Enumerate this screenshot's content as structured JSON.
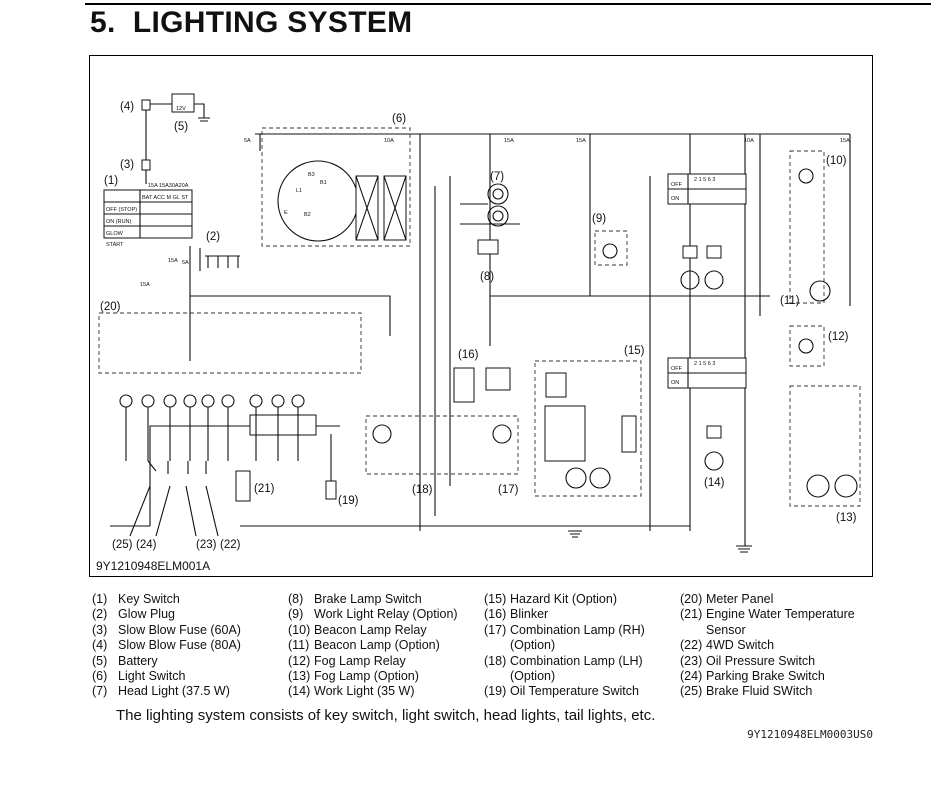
{
  "section": {
    "number": "5.",
    "title": "LIGHTING SYSTEM"
  },
  "diagram": {
    "code": "9Y1210948ELM001A",
    "callouts": {
      "c1": "(1)",
      "c2": "(2)",
      "c3": "(3)",
      "c4": "(4)",
      "c5": "(5)",
      "c6": "(6)",
      "c7": "(7)",
      "c8": "(8)",
      "c9": "(9)",
      "c10": "(10)",
      "c11": "(11)",
      "c12": "(12)",
      "c13": "(13)",
      "c14": "(14)",
      "c15": "(15)",
      "c16": "(16)",
      "c17": "(17)",
      "c18": "(18)",
      "c19": "(19)",
      "c20": "(20)",
      "c21": "(21)",
      "c22": "(22)",
      "c23": "(23)",
      "c24": "(24)",
      "c25": "(25)"
    },
    "fuse_labels": {
      "f5a": "5A",
      "f15a": "15A",
      "f10a": "10A",
      "f15a_a": "15A",
      "f15a_b": "15A",
      "f15a_c": "15A",
      "f15a_d": "15A",
      "f5a_b": "5A"
    },
    "battery_label": "12V",
    "key_switch_table": {
      "header": "15A 15A30A20A",
      "cols": "BAT ACC M GL ST",
      "rows": [
        "OFF (STOP)",
        "ON (RUN)",
        "GLOW",
        "START"
      ]
    },
    "light_switch_terms": {
      "b3": "B3",
      "b1": "B1",
      "l1": "L1",
      "b2": "B2",
      "e": "E"
    },
    "relay_table": {
      "off": "OFF",
      "on": "ON",
      "cols": "2 1 5 6 3"
    }
  },
  "legend": {
    "col1": [
      {
        "n": "(1)",
        "t": "Key Switch"
      },
      {
        "n": "(2)",
        "t": "Glow Plug"
      },
      {
        "n": "(3)",
        "t": "Slow Blow Fuse (60A)"
      },
      {
        "n": "(4)",
        "t": "Slow Blow Fuse (80A)"
      },
      {
        "n": "(5)",
        "t": "Battery"
      },
      {
        "n": "(6)",
        "t": "Light Switch"
      },
      {
        "n": "(7)",
        "t": "Head Light (37.5 W)"
      }
    ],
    "col2": [
      {
        "n": "(8)",
        "t": "Brake Lamp Switch"
      },
      {
        "n": "(9)",
        "t": "Work Light Relay (Option)"
      },
      {
        "n": "(10)",
        "t": "Beacon Lamp Relay"
      },
      {
        "n": "(11)",
        "t": "Beacon Lamp (Option)"
      },
      {
        "n": "(12)",
        "t": "Fog Lamp Relay"
      },
      {
        "n": "(13)",
        "t": "Fog Lamp (Option)"
      },
      {
        "n": "(14)",
        "t": "Work Light (35 W)"
      }
    ],
    "col3": [
      {
        "n": "(15)",
        "t": "Hazard Kit (Option)"
      },
      {
        "n": "(16)",
        "t": "Blinker"
      },
      {
        "n": "(17)",
        "t": "Combination Lamp (RH)",
        "t2": "(Option)"
      },
      {
        "n": "(18)",
        "t": "Combination Lamp (LH)",
        "t2": "(Option)"
      },
      {
        "n": "(19)",
        "t": "Oil Temperature Switch"
      }
    ],
    "col4": [
      {
        "n": "(20)",
        "t": "Meter Panel"
      },
      {
        "n": "(21)",
        "t": "Engine Water Temperature",
        "t2": "Sensor"
      },
      {
        "n": "(22)",
        "t": "4WD Switch"
      },
      {
        "n": "(23)",
        "t": "Oil Pressure Switch"
      },
      {
        "n": "(24)",
        "t": "Parking Brake Switch"
      },
      {
        "n": "(25)",
        "t": "Brake Fluid SWitch"
      }
    ]
  },
  "summary": "The lighting system consists of key switch, light switch, head lights, tail lights, etc.",
  "doc_code": "9Y1210948ELM0003US0"
}
